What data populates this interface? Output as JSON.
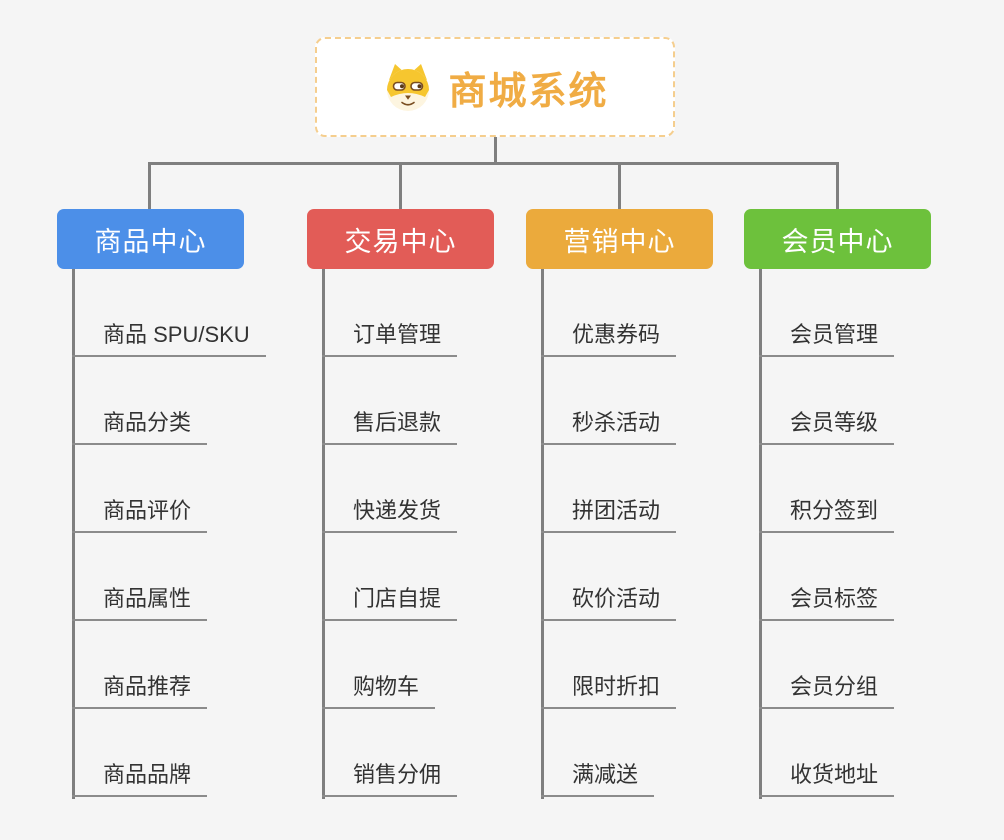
{
  "root": {
    "title": "商城系统",
    "icon": "dog-face-icon"
  },
  "branches": [
    {
      "label": "商品中心",
      "color": "#4C8FE8",
      "children": [
        "商品 SPU/SKU",
        "商品分类",
        "商品评价",
        "商品属性",
        "商品推荐",
        "商品品牌"
      ]
    },
    {
      "label": "交易中心",
      "color": "#E25C57",
      "children": [
        "订单管理",
        "售后退款",
        "快递发货",
        "门店自提",
        "购物车",
        "销售分佣"
      ]
    },
    {
      "label": "营销中心",
      "color": "#EBAA3C",
      "children": [
        "优惠券码",
        "秒杀活动",
        "拼团活动",
        "砍价活动",
        "限时折扣",
        "满减送"
      ]
    },
    {
      "label": "会员中心",
      "color": "#6DC13C",
      "children": [
        "会员管理",
        "会员等级",
        "积分签到",
        "会员标签",
        "会员分组",
        "收货地址"
      ]
    }
  ],
  "colors": {
    "background": "#F5F5F5",
    "connector": "#7F7F7F",
    "underline": "#8B8B8B",
    "child_text": "#333333",
    "root_text": "#F0AC44",
    "root_border": "#F5CE8E"
  }
}
